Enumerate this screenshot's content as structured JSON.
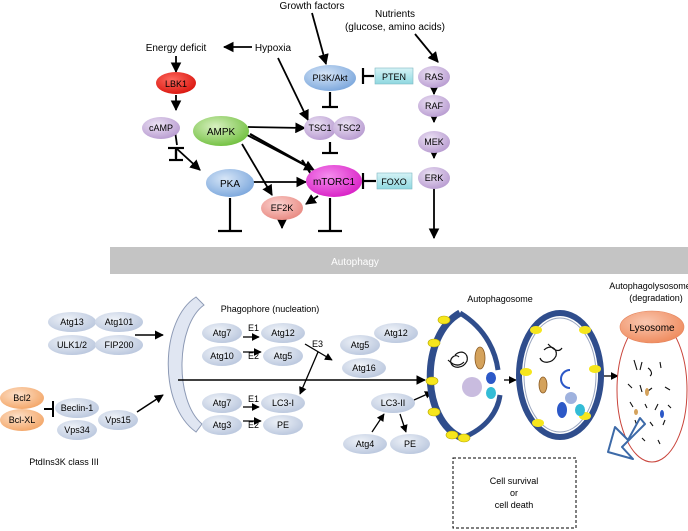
{
  "inputs": {
    "growth_factors": "Growth factors",
    "nutrients_line1": "Nutrients",
    "nutrients_line2": "(glucose, amino acids)",
    "energy_deficit": "Energy deficit",
    "hypoxia": "Hypoxia"
  },
  "nodes": {
    "lbk1": "LBK1",
    "ampk": "AMPK",
    "camp": "cAMP",
    "pka": "PKA",
    "pi3k_akt": "PI3K/Akt",
    "pten": "PTEN",
    "tsc1": "TSC1",
    "tsc2": "TSC2",
    "mtorc1": "mTORC1",
    "foxo": "FOXO",
    "ef2k": "EF2K",
    "ras": "RAS",
    "raf": "RAF",
    "mek": "MEK",
    "erk": "ERK"
  },
  "bar": {
    "label": "Autophagy"
  },
  "stages": {
    "phagophore": "Phagophore (nucleation)",
    "autophagosome": "Autophagosome",
    "autophagolysosome_line1": "Autophagolysosome",
    "autophagolysosome_line2": "(degradation)",
    "lysosome": "Lysosome"
  },
  "complexes": {
    "atg13": "Atg13",
    "atg101": "Atg101",
    "ulk12": "ULK1/2",
    "fip200": "FIP200",
    "bcl2": "Bcl2",
    "bclxl": "Bcl-XL",
    "beclin1": "Beclin-1",
    "vps15": "Vps15",
    "vps34": "Vps34",
    "ptdins3k": "PtdIns3K class III",
    "atg7a": "Atg7",
    "atg12a": "Atg12",
    "atg10": "Atg10",
    "atg5a": "Atg5",
    "e1a": "E1",
    "e2a": "E2",
    "e3": "E3",
    "atg5b": "Atg5",
    "atg12b": "Atg12",
    "atg16": "Atg16",
    "atg7b": "Atg7",
    "lc3i": "LC3-I",
    "atg3": "Atg3",
    "pe_a": "PE",
    "e1b": "E1",
    "e2b": "E2",
    "lc3ii": "LC3-II",
    "atg4": "Atg4",
    "pe_b": "PE"
  },
  "outcome": {
    "line1": "Cell survival",
    "line2": "or",
    "line3": "cell death"
  },
  "colors": {
    "lbk1": "#e8231b",
    "ampk": "#8fcf5a",
    "purple": "#c8aedb",
    "blue": "#9bbde6",
    "pink": "#e62fd6",
    "salmon": "#f1a39e",
    "cyan_box": "#a5e4ea",
    "gray_bar": "#c4c4c4",
    "lavender": "#cdd6e8",
    "orange": "#f7bb8c",
    "lysosome": "#f4a27d"
  }
}
